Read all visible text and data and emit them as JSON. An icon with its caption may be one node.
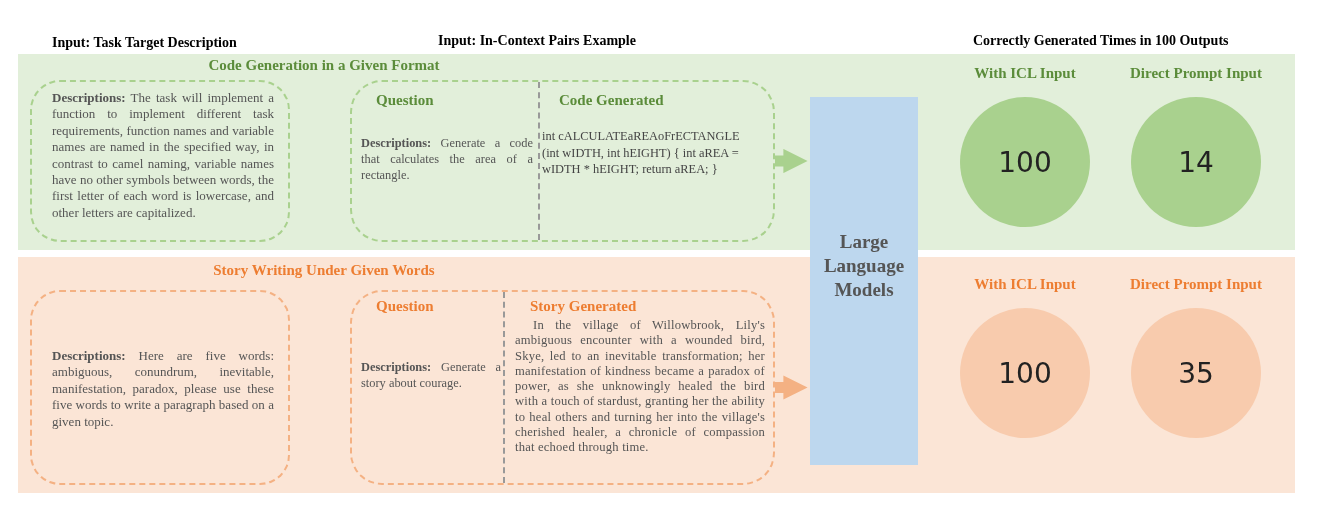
{
  "diagram": {
    "nodes": [
      {
        "text": [
          "Code Generation in a Given Format"
        ]
      },
      {
        "text": [
          "**Descriptions:** The task will implement a function to implement different task requirements, function names and variable names are named in the specified way, in contrast to camel naming, variable names have no other symbols between words, the first letter of each word is lowercase, and other letters are capitalized."
        ],
        "in": 0
      },
      {
        "text": [
          "Question",
          "**Descriptions:** Generate a code that calculates the area of a rectangle.",
          "Code Generated",
          "int cALCULATEaREAoFrECTANGLE (int wIDTH, int hEIGHT) { int aREA = wIDTH * hEIGHT; return aREA; }"
        ],
        "in": 0
      },
      {
        "text": [
          "Large Language Models"
        ]
      },
      {
        "text": [
          "100"
        ],
        "beside": [
          "With ICL Input"
        ],
        "in": 0
      },
      {
        "text": [
          "14"
        ],
        "beside": [
          "Direct Prompt Input"
        ],
        "in": 0
      },
      {
        "text": [
          "Story Writing Under Given Words"
        ]
      },
      {
        "text": [
          "**Descriptions:** Here are five words: ambiguous, conundrum, inevitable, manifestation, paradox, please use these five words to write a paragraph based on a given topic."
        ],
        "in": 6
      },
      {
        "text": [
          "Question",
          "**Descriptions:** Generate a story about courage.",
          "Story Generated",
          "In the village of Willowbrook, Lily's ambiguous encounter with a wounded bird, Skye, led to an inevitable transformation; her manifestation of kindness became a paradox of power, as she unknowingly healed the bird with a touch of stardust, granting her the ability to heal others and turning her into the village's cherished healer, a chronicle of compassion that echoed through time."
        ],
        "in": 6
      },
      {
        "text": [
          "100"
        ],
        "beside": [
          "With ICL Input"
        ],
        "in": 6
      },
      {
        "text": [
          "35"
        ],
        "beside": [
          "Direct Prompt Input"
        ],
        "in": 6
      }
    ],
    "edges": [
      {
        "from": 2,
        "to": 3,
        "arrow": "to",
        "color": "#a9d18e"
      },
      {
        "from": 8,
        "to": 3,
        "arrow": "to",
        "color": "#f4b183"
      }
    ],
    "labels": [
      "Input: Task Target Description",
      "Input: In-Context Pairs Example",
      "Correctly Generated Times in 100 Outputs"
    ]
  }
}
